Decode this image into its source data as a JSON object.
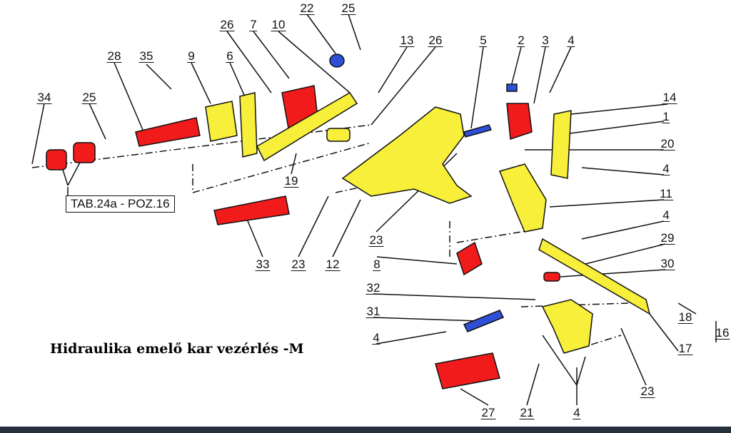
{
  "title": "Hidraulika emelő kar vezérlés -M",
  "reference_box": "TAB.24a - POZ.16",
  "callouts": [
    "34",
    "25",
    "28",
    "35",
    "9",
    "6",
    "26",
    "7",
    "10",
    "22",
    "25",
    "13",
    "26",
    "5",
    "2",
    "3",
    "4",
    "14",
    "1",
    "20",
    "4",
    "11",
    "4",
    "29",
    "30",
    "19",
    "33",
    "23",
    "12",
    "23",
    "8",
    "32",
    "31",
    "4",
    "18",
    "16",
    "17",
    "23",
    "27",
    "21",
    "4"
  ],
  "colors": {
    "highlight_red": "#f21b1b",
    "highlight_yellow": "#f7ef3a",
    "highlight_blue": "#2f4fd8",
    "line": "#111111",
    "bottom_bar": "#27313b"
  }
}
